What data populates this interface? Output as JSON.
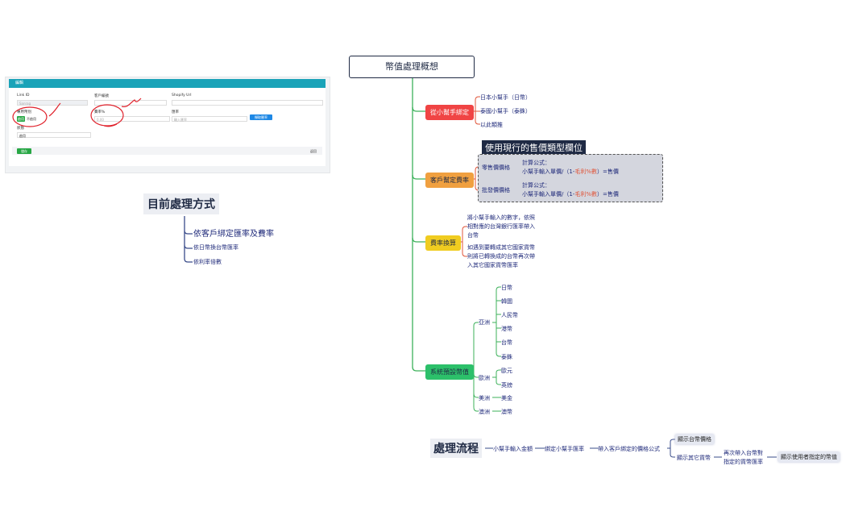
{
  "screenshot": {
    "header": "編輯",
    "fields": {
      "link_id_label": "Link ID",
      "link_id_value": "Sanrag",
      "customer_label": "客戶編號",
      "shopify_label": "Shopify Url",
      "custom_currency_label": "專用幣別",
      "toggle_on": "啟用",
      "toggle_off": "不啟用",
      "custom_rate_label": "費率%",
      "custom_rate_placeholder": "0.00",
      "rate_label": "匯率",
      "rate_placeholder": "輸入匯率",
      "fetch_button": "擷取匯率",
      "status_label": "狀態",
      "status_value": "啟用",
      "save_button": "儲存",
      "back_button": "返回"
    }
  },
  "current_method": {
    "title": "目前處理方式",
    "items": [
      "依客戶綁定匯率及費率",
      "依日幣換台幣匯率",
      "依利率倍數"
    ]
  },
  "mindmap": {
    "root": "幣值處理概想",
    "branch1": {
      "label": "從小幫手綁定",
      "color": "#f04444",
      "children": [
        "日本小幫手（日幣）",
        "泰國小幫手（泰銖）",
        "以此類推"
      ]
    },
    "branch2": {
      "label": "客戶幫定費率",
      "color": "#f0a040",
      "callout_title": "使用現行的售價類型欄位",
      "items": [
        {
          "label": "零售價價格",
          "formula_title": "計算公式：",
          "formula_prefix": "小幫手輸入單價/（1-",
          "formula_highlight": "毛利%數",
          "formula_suffix": "）=售價"
        },
        {
          "label": "批發價價格",
          "formula_title": "計算公式：",
          "formula_prefix": "小幫手輸入單價/（1-",
          "formula_highlight": "毛利%數",
          "formula_suffix": "）=售價"
        }
      ]
    },
    "branch3": {
      "label": "費率換算",
      "color": "#f0cc20",
      "notes": [
        [
          "將小幫手輸入的數字，依照",
          "相對應的台灣銀行匯率帶入",
          "台幣"
        ],
        [
          "如遇到要轉成其它國家貨幣",
          "則將已轉換成的台幣再次帶",
          "入其它國家貨幣匯率"
        ]
      ]
    },
    "branch4": {
      "label": "系統預設幣值",
      "color": "#2cc06a",
      "asia_label": "亞洲",
      "asia": [
        "日幣",
        "韓圜",
        "人民幣",
        "港幣",
        "台幣",
        "泰銖"
      ],
      "europe_label": "歐洲",
      "europe": [
        "歐元",
        "英鎊"
      ],
      "america_label": "美洲",
      "america_value": "美金",
      "oceania_label": "澳洲",
      "oceania_value": "澳幣"
    }
  },
  "process": {
    "title": "處理流程",
    "steps": [
      "小幫手輸入金額",
      "綁定小幫手匯率",
      "帶入客戶綁定的價格公式"
    ],
    "out_top": "顯示台幣價格",
    "out_bottom": "顯示其它貨幣",
    "convert_line1": "再次帶入台幣對",
    "convert_line2": "指定的貨幣匯率",
    "final": "顯示使用者指定的幣值"
  },
  "colors": {
    "line_green": "#3cb15a",
    "accent_orange": "#e0553a",
    "line_blue": "#3a4c8a"
  }
}
